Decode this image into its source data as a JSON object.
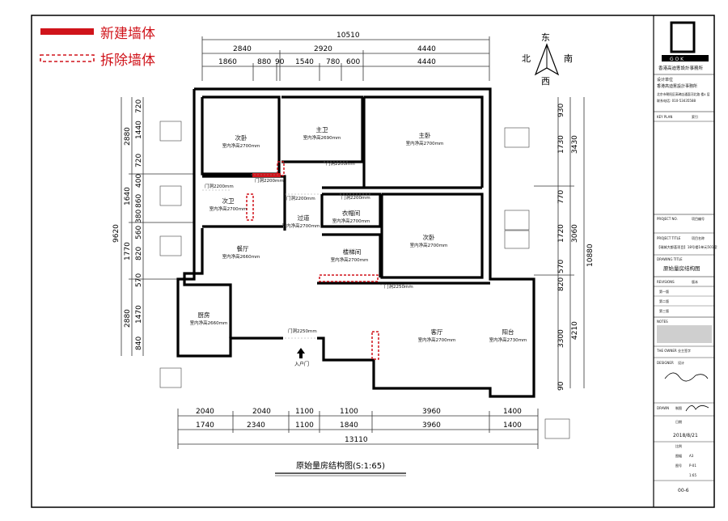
{
  "legend": {
    "new_wall": "新建墙体",
    "demolish_wall": "拆除墙体"
  },
  "compass": {
    "north": "北",
    "east": "东",
    "south": "南",
    "west": "西"
  },
  "dims_top": {
    "total": "10510",
    "row1": [
      "2840",
      "2920",
      "4440"
    ],
    "row2": [
      "1860",
      "880",
      "90",
      "1540",
      "780",
      "600",
      "4440"
    ]
  },
  "dims_bottom": {
    "row1": [
      "2040",
      "2040",
      "1100",
      "1100",
      "3960",
      "1400"
    ],
    "row2": [
      "1740",
      "2340",
      "1100",
      "1840",
      "3960",
      "1400"
    ],
    "total": "13110"
  },
  "dims_left": {
    "total": "9620",
    "outer": [
      "2880",
      "1640",
      "1770",
      "2880"
    ],
    "inner": [
      "720",
      "1440",
      "720",
      "400",
      "860",
      "380",
      "560",
      "820",
      "570",
      "1470",
      "840"
    ]
  },
  "dims_right": {
    "total": "10880",
    "outer": [
      "3430",
      "3060",
      "4210"
    ],
    "inner": [
      "930",
      "1730",
      "770",
      "1720",
      "570",
      "820",
      "3300",
      "90"
    ]
  },
  "rooms": {
    "bedroom2_a": {
      "name": "次卧",
      "height": "室内净高2700mm"
    },
    "bath_master": {
      "name": "主卫",
      "height": "室内净高2690mm"
    },
    "bedroom_master": {
      "name": "主卧",
      "height": "室内净高2700mm"
    },
    "bath2": {
      "name": "次卫",
      "height": "室内净高2700mm"
    },
    "corridor": {
      "name": "过道",
      "height": "室内净高2700mm"
    },
    "closet": {
      "name": "衣帽间",
      "height": "室内净高2700mm"
    },
    "bedroom2_b": {
      "name": "次卧",
      "height": "室内净高2700mm"
    },
    "dining": {
      "name": "餐厅",
      "height": "室内净高2660mm"
    },
    "stair": {
      "name": "楼梯间",
      "height": "室内净高2700mm"
    },
    "kitchen": {
      "name": "厨房",
      "height": "室内净高2660mm"
    },
    "living": {
      "name": "客厅",
      "height": "室内净高2700mm"
    },
    "balcony": {
      "name": "阳台",
      "height": "室内净高2730mm"
    }
  },
  "doors": [
    "门洞2200mm",
    "门洞2200mm",
    "门洞2200mm",
    "门洞2200mm",
    "门洞2200mm",
    "门洞2250mm",
    "门洞2250mm"
  ],
  "entrance": "入户门",
  "drawing_title": "原始量房结构图(S:1:65)",
  "title_block": {
    "logo_letters": "G O K",
    "firm_short": "香港高迪愙設計事務所",
    "design_unit_label": "设计单位",
    "design_unit": "香港高迪愙設計事務所",
    "address": "北京市朝阳区高碑店通惠河北路 楼4 层",
    "phone": "联系电话: 010-53435588",
    "key_plan": "KEY PLAN",
    "key_plan_cn": "索引",
    "project_label": "PROJECT NO.",
    "project_label_cn": "项目编号",
    "project_title_label": "PROJECT TITLE",
    "project_title_cn": "项目名称",
    "project_title": "【瑞城大都荟项目】18号楼1单元501室",
    "drawing_label": "DRAWING TITLE",
    "drawing_name": "原始量房结构图",
    "revisions": "REVISIONS",
    "revisions_cn": "版本",
    "rev_rows": [
      "第一版",
      "第二版",
      "第三版"
    ],
    "notes_label": "NOTES",
    "owner_label": "THE OWNER",
    "owner_cn": "业主签字",
    "designer_label": "DESIGNER",
    "designer_cn": "设计",
    "drawn_label": "DRAWN",
    "drawn_cn": "制图",
    "date": "2018/8/21",
    "date_label": "日期",
    "scale_label": "比例",
    "sheet_label": "图幅",
    "sheet_value": "A3",
    "drawing_no_label": "图号",
    "drawing_no": "P-01",
    "scale_value": "1:65",
    "sheet_no": "00-6"
  },
  "colors": {
    "wall": "#000000",
    "new_wall": "#d0141b",
    "demolish": "#d0141b",
    "dim": "#333333",
    "legend_text": "#d0141b"
  }
}
